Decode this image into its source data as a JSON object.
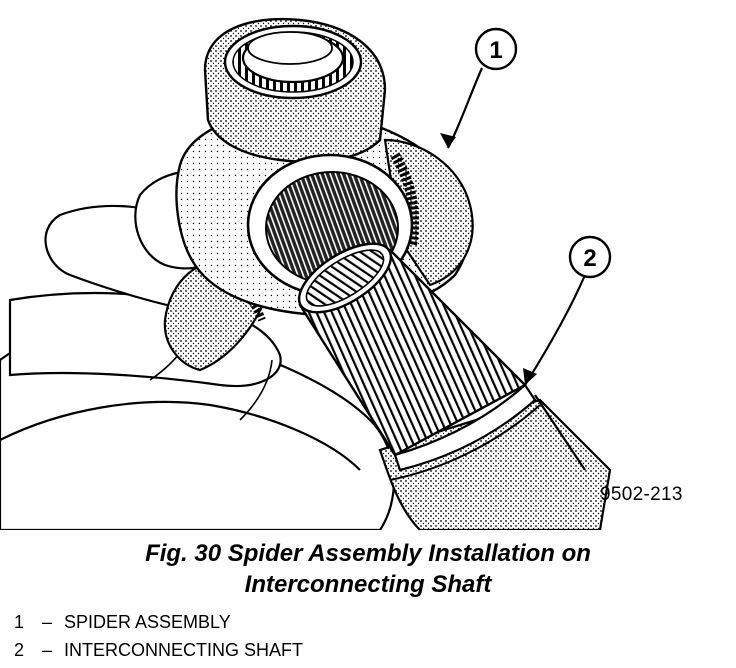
{
  "figure": {
    "callouts": [
      {
        "number": "1"
      },
      {
        "number": "2"
      }
    ],
    "code": "9502-213"
  },
  "caption": {
    "line1": "Fig. 30 Spider Assembly Installation on",
    "line2": "Interconnecting Shaft"
  },
  "legend": [
    {
      "number": "1",
      "dash": "–",
      "label": "SPIDER ASSEMBLY"
    },
    {
      "number": "2",
      "dash": "–",
      "label": "INTERCONNECTING SHAFT"
    }
  ],
  "colors": {
    "ink": "#000000",
    "paper": "#ffffff"
  }
}
